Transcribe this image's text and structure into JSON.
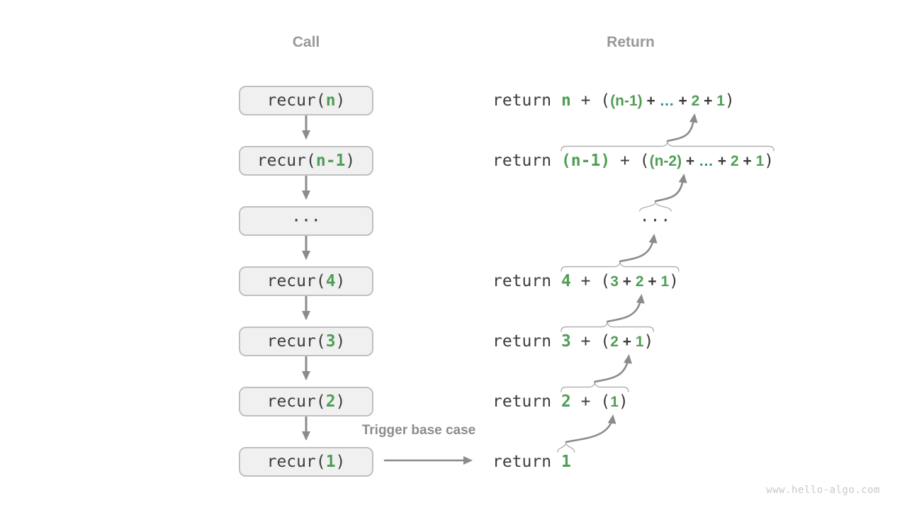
{
  "colors": {
    "green": "#4f9e55",
    "teal": "#2f8f8f",
    "dark": "#3d3d3d",
    "arrow": "#8b8b8b",
    "brace": "#b2b2b2",
    "box_fill": "#f0f0f0",
    "box_border": "#c0c0c0",
    "header": "#999999",
    "trigger": "#8c8c8c",
    "watermark": "#c9c9c9",
    "bg": "#ffffff"
  },
  "headers": {
    "call": "Call",
    "return_label": "Return"
  },
  "trigger": {
    "label": "Trigger base case"
  },
  "watermark": {
    "text": "www.hello-algo.com"
  },
  "call_column": [
    {
      "name": "call-box-recur-n",
      "tokens": [
        [
          "m",
          "recur("
        ],
        [
          "g",
          "n"
        ],
        [
          "m",
          ")"
        ]
      ]
    },
    {
      "name": "call-box-recur-n-1",
      "tokens": [
        [
          "m",
          "recur("
        ],
        [
          "g",
          "n-1"
        ],
        [
          "m",
          ")"
        ]
      ]
    },
    {
      "name": "call-box-ellipsis",
      "tokens": [
        [
          "m",
          "···"
        ]
      ]
    },
    {
      "name": "call-box-recur-4",
      "tokens": [
        [
          "m",
          "recur("
        ],
        [
          "g",
          "4"
        ],
        [
          "m",
          ")"
        ]
      ]
    },
    {
      "name": "call-box-recur-3",
      "tokens": [
        [
          "m",
          "recur("
        ],
        [
          "g",
          "3"
        ],
        [
          "m",
          ")"
        ]
      ]
    },
    {
      "name": "call-box-recur-2",
      "tokens": [
        [
          "m",
          "recur("
        ],
        [
          "g",
          "2"
        ],
        [
          "m",
          ")"
        ]
      ]
    },
    {
      "name": "call-box-recur-1",
      "tokens": [
        [
          "m",
          "recur("
        ],
        [
          "g",
          "1"
        ],
        [
          "m",
          ")"
        ]
      ]
    }
  ],
  "return_column": [
    {
      "name": "return-line-n",
      "brace": false,
      "tokens": [
        [
          "m",
          "return "
        ],
        [
          "g",
          "n"
        ],
        [
          "m",
          " + ("
        ],
        [
          "cg",
          "(n-1)"
        ],
        [
          "c",
          " + "
        ],
        [
          "ct",
          "…"
        ],
        [
          "c",
          " + "
        ],
        [
          "cg",
          "2"
        ],
        [
          "c",
          " + "
        ],
        [
          "cg",
          "1"
        ],
        [
          "m",
          ")"
        ]
      ]
    },
    {
      "name": "return-line-n-1",
      "brace": true,
      "expr_from": 1,
      "arrow_dx": 38,
      "tokens": [
        [
          "m",
          "return "
        ],
        [
          "g",
          "(n-1)"
        ],
        [
          "m",
          " + ("
        ],
        [
          "cg",
          "(n-2)"
        ],
        [
          "c",
          " + "
        ],
        [
          "ct",
          "…"
        ],
        [
          "c",
          " + "
        ],
        [
          "cg",
          "2"
        ],
        [
          "c",
          " + "
        ],
        [
          "cg",
          "1"
        ],
        [
          "m",
          ")"
        ]
      ]
    },
    {
      "name": "return-line-ellipsis",
      "dots": true,
      "brace": true,
      "expr_from": 0,
      "arrow_dx": 40,
      "tokens": [
        [
          "m",
          "···"
        ]
      ]
    },
    {
      "name": "return-line-4",
      "brace": true,
      "expr_from": 1,
      "arrow_dx": 48,
      "tokens": [
        [
          "m",
          "return "
        ],
        [
          "g",
          "4"
        ],
        [
          "m",
          " + ("
        ],
        [
          "cg",
          "3"
        ],
        [
          "c",
          " + "
        ],
        [
          "cg",
          "2"
        ],
        [
          "c",
          " + "
        ],
        [
          "cg",
          "1"
        ],
        [
          "m",
          ")"
        ]
      ]
    },
    {
      "name": "return-line-3",
      "brace": true,
      "expr_from": 1,
      "arrow_dx": 48,
      "tokens": [
        [
          "m",
          "return "
        ],
        [
          "g",
          "3"
        ],
        [
          "m",
          " + ("
        ],
        [
          "cg",
          "2"
        ],
        [
          "c",
          " + "
        ],
        [
          "cg",
          "1"
        ],
        [
          "m",
          ")"
        ]
      ]
    },
    {
      "name": "return-line-2",
      "brace": true,
      "expr_from": 1,
      "arrow_dx": 48,
      "tokens": [
        [
          "m",
          "return "
        ],
        [
          "g",
          "2"
        ],
        [
          "m",
          " + ("
        ],
        [
          "cg",
          "1"
        ],
        [
          "m",
          ")"
        ]
      ]
    },
    {
      "name": "return-line-1",
      "brace": true,
      "expr_from": 1,
      "arrow_dx": 66,
      "tokens": [
        [
          "m",
          "return "
        ],
        [
          "g",
          "1"
        ]
      ]
    }
  ]
}
